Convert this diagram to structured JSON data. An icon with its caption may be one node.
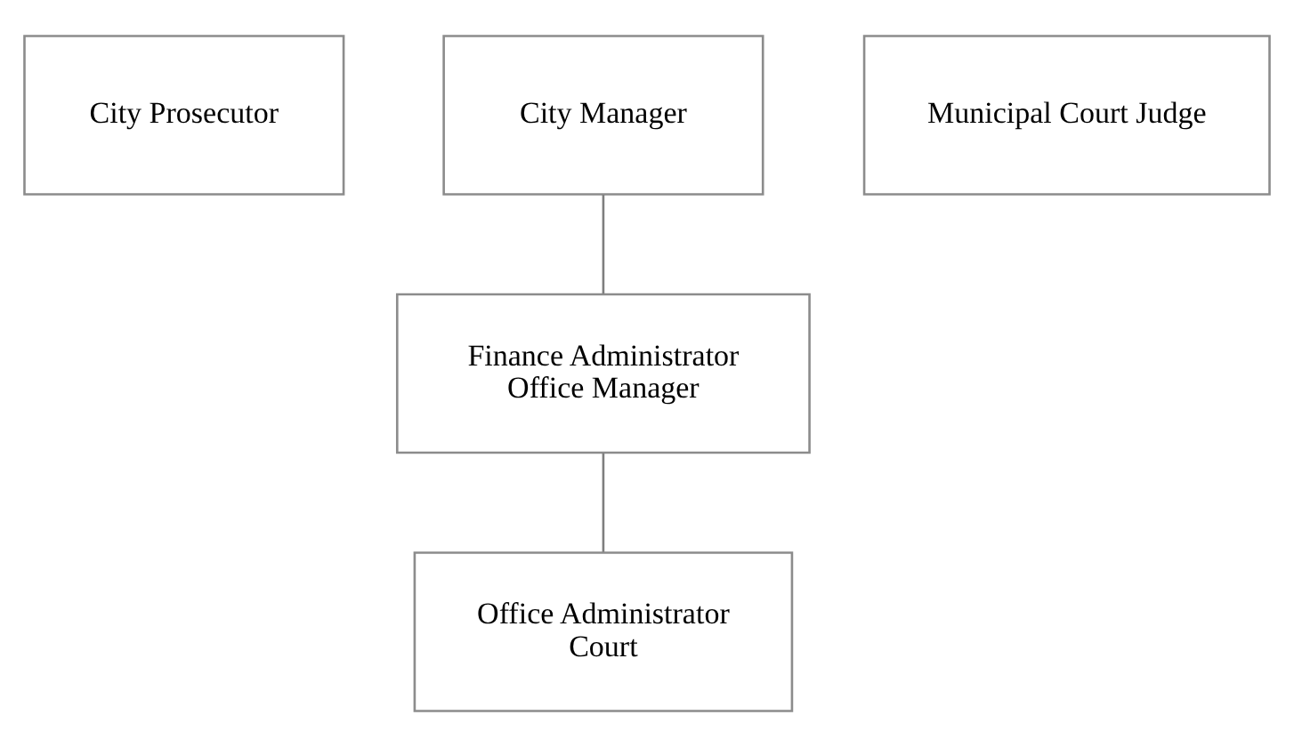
{
  "diagram": {
    "nodes": [
      {
        "text": [
          "City Prosecutor"
        ]
      },
      {
        "text": [
          "City Manager"
        ]
      },
      {
        "text": [
          "Municipal Court Judge"
        ]
      },
      {
        "text": [
          "Finance Administrator Office Manager"
        ]
      },
      {
        "text": [
          "Office Administrator Court"
        ]
      }
    ],
    "edges": [
      {
        "from": 1,
        "to": 3,
        "arrow": "none"
      },
      {
        "from": 3,
        "to": 4,
        "arrow": "none"
      }
    ]
  }
}
